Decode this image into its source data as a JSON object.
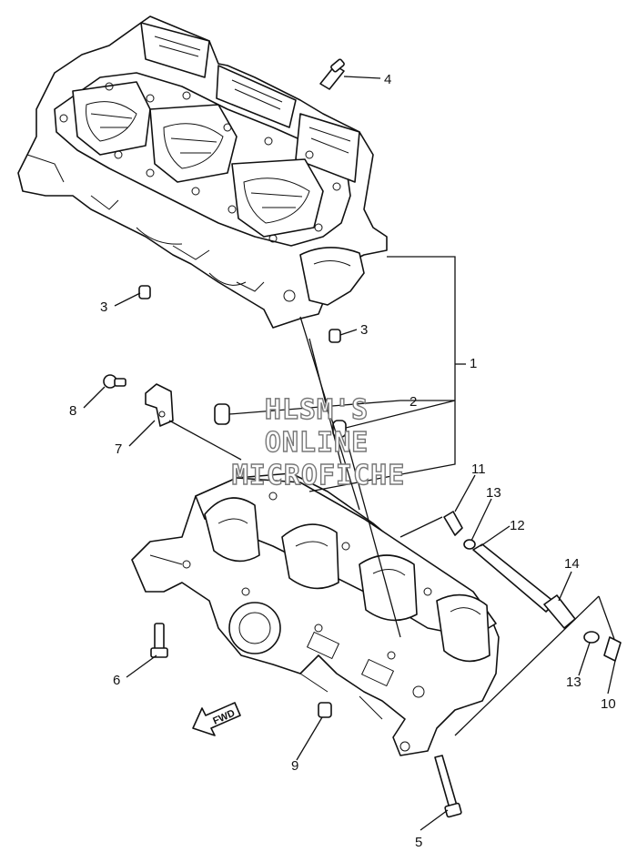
{
  "watermark": {
    "line1": "HLSM'S",
    "line2": "ONLINE",
    "line3": "MICROFICHE"
  },
  "direction_label": "FWD",
  "callouts": {
    "c1": "1",
    "c2": "2",
    "c3a": "3",
    "c3b": "3",
    "c4": "4",
    "c5": "5",
    "c6": "6",
    "c7": "7",
    "c8": "8",
    "c9": "9",
    "c10": "10",
    "c11": "11",
    "c12": "12",
    "c13a": "13",
    "c13b": "13",
    "c14": "14"
  }
}
